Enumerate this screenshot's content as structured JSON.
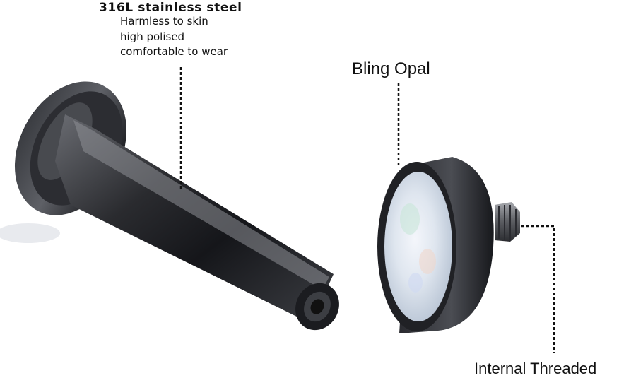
{
  "labels": {
    "material_title": "316L stainless steel",
    "features": [
      "Harmless to skin",
      "high polised",
      "comfortable to wear"
    ],
    "opal": "Bling Opal",
    "thread": "Internal Threaded"
  },
  "colors": {
    "metal_dark": "#1e1f22",
    "metal_mid": "#45474c",
    "metal_highlight": "#8e9096",
    "opal_base": "#e9eef4",
    "leader_line": "#111111"
  }
}
